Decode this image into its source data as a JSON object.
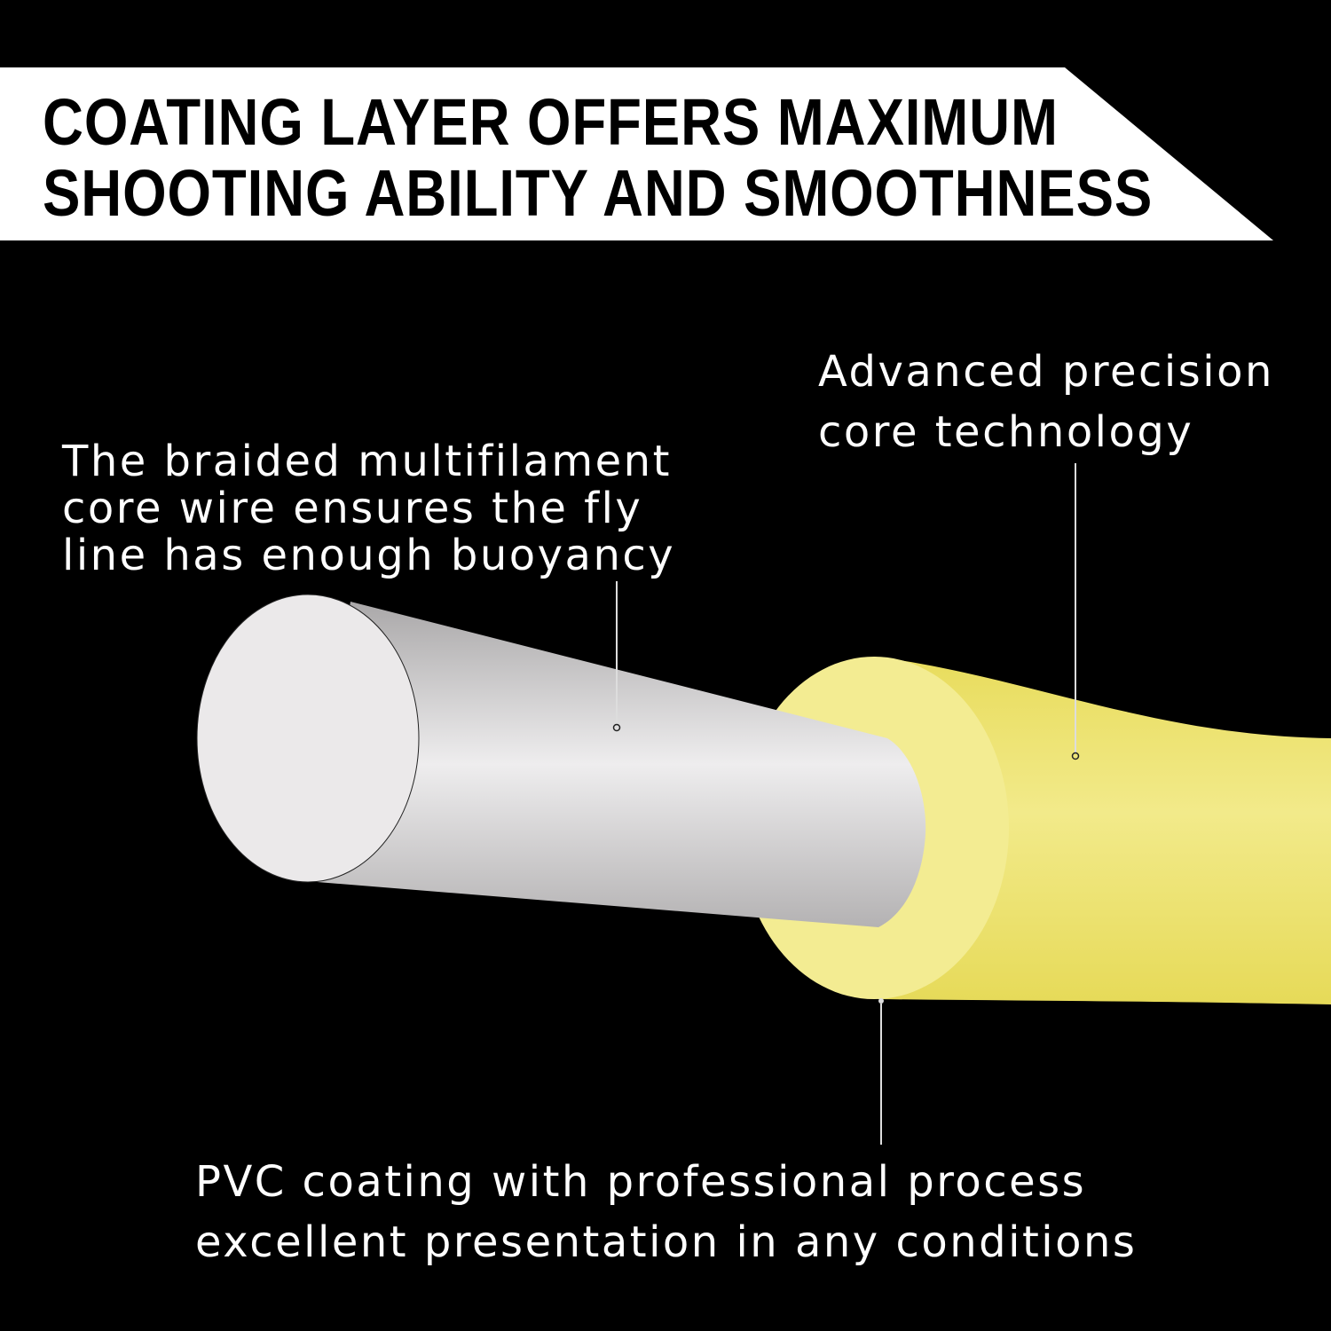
{
  "banner": {
    "title_lines": [
      "COATING LAYER OFFERS MAXIMUM",
      "SHOOTING ABILITY AND SMOOTHNESS"
    ]
  },
  "callouts": {
    "core_wire": [
      "The braided multifilament",
      "core wire ensures the fly",
      "line has enough buoyancy"
    ],
    "precision_core": [
      "Advanced precision",
      "core technology"
    ],
    "pvc_coating": [
      "PVC coating with professional process",
      "excellent presentation in any conditions"
    ]
  },
  "colors": {
    "background": "#000000",
    "banner": "#ffffff",
    "coating_yellow": "#ece266",
    "coating_face": "#f3ec92",
    "core_gray": "#c8c6c7"
  }
}
